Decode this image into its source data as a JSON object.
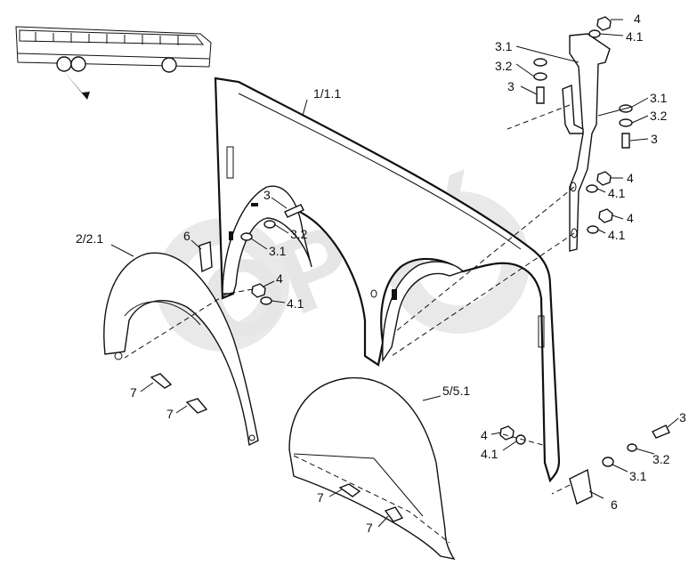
{
  "diagram": {
    "watermark": "OPEX",
    "callouts": {
      "top_bracket_nut": "4",
      "top_bracket_washer": "4.1",
      "left_cluster_washer": "3.1",
      "left_cluster_spring": "3.2",
      "left_cluster_bolt": "3",
      "right_cluster_washer": "3.1",
      "right_cluster_spring": "3.2",
      "right_cluster_bolt": "3",
      "bracket_mid_nut": "4",
      "bracket_mid_washer": "4.1",
      "bracket_low_nut": "4",
      "bracket_low_washer": "4.1",
      "main_panel": "1/1.1",
      "front_arch_bolt": "3",
      "front_arch_spring": "3.2",
      "front_arch_washer": "3.1",
      "front_arch_clip": "6",
      "front_arch_nut": "4",
      "front_arch_nut_washer": "4.1",
      "left_liner": "2/2.1",
      "left_liner_screw_a": "7",
      "left_liner_screw_b": "7",
      "right_liner": "5/5.1",
      "right_liner_screw_a": "7",
      "right_liner_screw_b": "7",
      "rear_bolt": "3",
      "rear_spring": "3.2",
      "rear_washer": "3.1",
      "rear_nut": "4",
      "rear_nut_washer": "4.1",
      "rear_clip": "6"
    }
  }
}
